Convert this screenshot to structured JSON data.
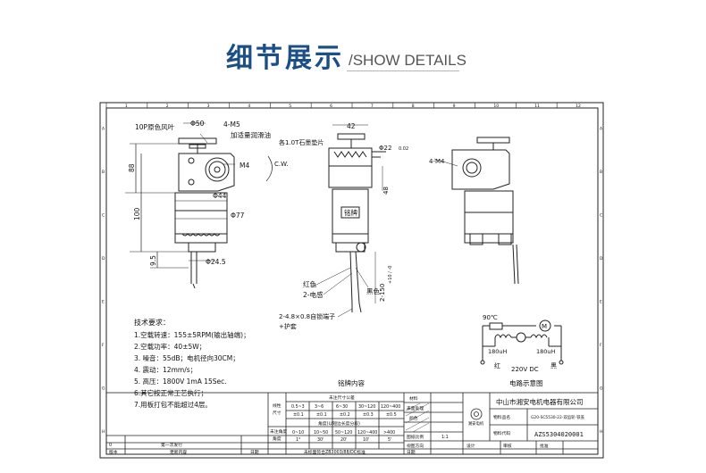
{
  "header": {
    "title_cn": "细节展示",
    "title_en": "/SHOW DETAILS"
  },
  "colors": {
    "title": "#1c4f86",
    "line": "#222222"
  },
  "drawing": {
    "ruler_top": [
      "1",
      "2",
      "3",
      "4",
      "5",
      "6",
      "7",
      "8",
      "9",
      "10",
      "11",
      "12"
    ],
    "ruler_side": [
      "A",
      "B",
      "C",
      "D",
      "E",
      "F",
      "G",
      "H"
    ],
    "front": {
      "fan": "10P原色风叶",
      "d50": "Φ50",
      "m5": "4-M5",
      "grease": "加适量润滑油",
      "m4": "M4",
      "cw": "C.W.",
      "d44": "Φ44",
      "d77": "Φ77",
      "d245": "Φ24.5",
      "h88": "88",
      "h100": "100",
      "h95": "9.5"
    },
    "side": {
      "w42": "42",
      "gasket": "各1.0T石墨垫片",
      "d22": "Φ22",
      "tol": "0.02",
      "h48": "48",
      "nameplate": "铭牌",
      "red": "红色",
      "wire": "2-电感",
      "black": "黑色",
      "len": "2-150",
      "len_tol": "+10 / -0",
      "terminal": "2-4.8×0.8自锁端子",
      "sleeve": "+护套",
      "nameplate_caption": "铭牌内容"
    },
    "right": {
      "m4": "4-M4"
    },
    "specs": {
      "title": "技术要求：",
      "items": [
        "1.空载转速：155±5RPM(输出轴端)；",
        "2.空载功率：40±5W；",
        "3.    噪音：55dB；电机径向30CM；",
        "4.    震动：12mm/s；",
        "5.    高压：1800V 1mA 15Sec.",
        "6.其它按正常工艺执行；",
        "7.用板打包不能超过4层。"
      ]
    },
    "circuit": {
      "temp": "90℃",
      "l1": "180uH",
      "l2": "180uH",
      "motor": "M",
      "v": "220V DC",
      "red": "红",
      "black": "黑",
      "caption": "电路示意图"
    },
    "title_block": {
      "company": "中山市湘安电机电器有限公司",
      "logo": "湘安电机",
      "product_name_label": "物料品名",
      "product_name": "G20-SC5530-22-双齿轮-铁盖",
      "product_code_label": "物料代码",
      "product_code": "AZS5304020001",
      "tol_header": "未注尺寸公差",
      "tol_label1": "线性",
      "tol_label2": "尺寸",
      "tol_ranges": [
        "0.5~3",
        "3~6",
        "6~30",
        "30~120",
        "120~400"
      ],
      "tol_values": [
        "±0.1",
        "±0.1",
        "±0.2",
        "±0.3",
        "±0.5"
      ],
      "ang_header": "角度(以短边长度分段)",
      "ang_label1": "未注角度",
      "ang_label2": "角度",
      "ang_ranges": [
        "0~10",
        "10~50",
        "50~120",
        "120~400",
        ">400"
      ],
      "ang_values": [
        "1°",
        "30'",
        "20'",
        "10'",
        "5'"
      ],
      "material": "材料",
      "surface": "表面处理",
      "color": "颜色",
      "scale": "图纸比例",
      "scale_val": "1:1",
      "view": "视图方向",
      "design": "设计",
      "check": "审核",
      "approve": "批准",
      "date": "日期",
      "rev_no": "0",
      "rev_text": "第一次发行",
      "rev_h1": "版本",
      "rev_h2": "更新内容",
      "rev_h3": "日期",
      "std_note": "未标面符合ZB3003/88/DC标准"
    }
  }
}
